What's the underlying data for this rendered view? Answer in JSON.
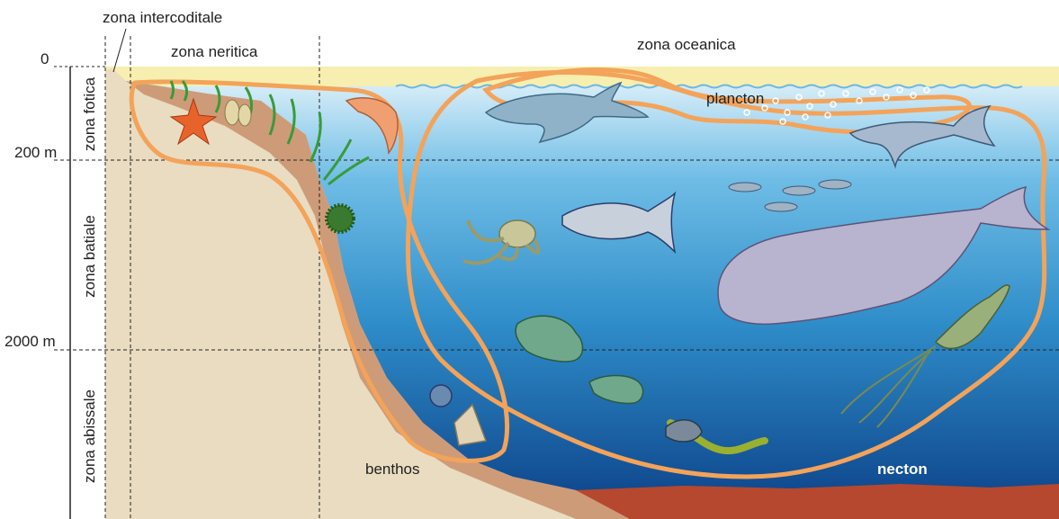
{
  "labels": {
    "zona_intercoditale": "zona intercoditale",
    "zona_neritica": "zona neritica",
    "zona_oceanica": "zona oceanica",
    "plancton": "plancton",
    "benthos": "benthos",
    "necton": "necton"
  },
  "depth_scale": {
    "d0": "0",
    "d200": "200 m",
    "d2000": "2000 m"
  },
  "vertical_zones": {
    "fotica": "zona fotica",
    "batiale": "zona batiale",
    "abissale": "zona abissale"
  },
  "colors": {
    "surface": "#f6efb0",
    "water_top": "#d8eef8",
    "water_mid": "#2f8dc9",
    "water_deep": "#0b3f86",
    "shelf": "#e9dcc1",
    "slope": "#c98f6c",
    "seabed": "#b5482f",
    "zone_outline": "#f3a35a"
  }
}
